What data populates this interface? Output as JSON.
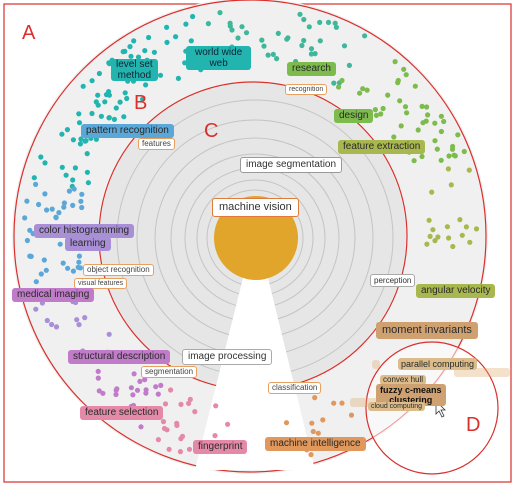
{
  "ring_labels": {
    "a": "A",
    "b": "B",
    "c": "C",
    "d": "D"
  },
  "center": {
    "title": "machine vision"
  },
  "topics": {
    "level_set_method": "level set\nmethod",
    "world_wide_web": "world wide\nweb",
    "research": "research",
    "recognition": "recognition",
    "design": "design",
    "pattern_recognition": "pattern recognition",
    "features": "features",
    "feature_extraction": "feature extraction",
    "image_segmentation": "image segmentation",
    "color_histogramming": "color histogramming",
    "learning": "learning",
    "object_recognition": "object recognition",
    "visual_features": "visual features",
    "perception": "perception",
    "angular_velocity": "angular velocity",
    "medical_imaging": "medical imaging",
    "moment_invariants": "moment invariants",
    "parallel_computing": "parallel computing",
    "structural_description": "structural description",
    "image_processing": "image processing",
    "segmentation": "segmentation",
    "convex_hull": "convex hull",
    "fuzzy_c_means": "fuzzy c-means\nclustering",
    "cloud_computing": "cloud computing",
    "classification": "classification",
    "feature_selection": "feature selection",
    "fingerprint": "fingerprint",
    "machine_intelligence": "machine intelligence"
  },
  "colors": {
    "ring_red": "#d9302c",
    "center_gold": "#e0a52a",
    "inner_disc": "#e6e6e6",
    "outer_disc": "#efefef",
    "teal": "#22b5b0",
    "blue": "#5aa7d8",
    "green": "#7cbb4c",
    "purple": "#a88fd6",
    "pink": "#e48aa8",
    "orange": "#e0985c"
  }
}
